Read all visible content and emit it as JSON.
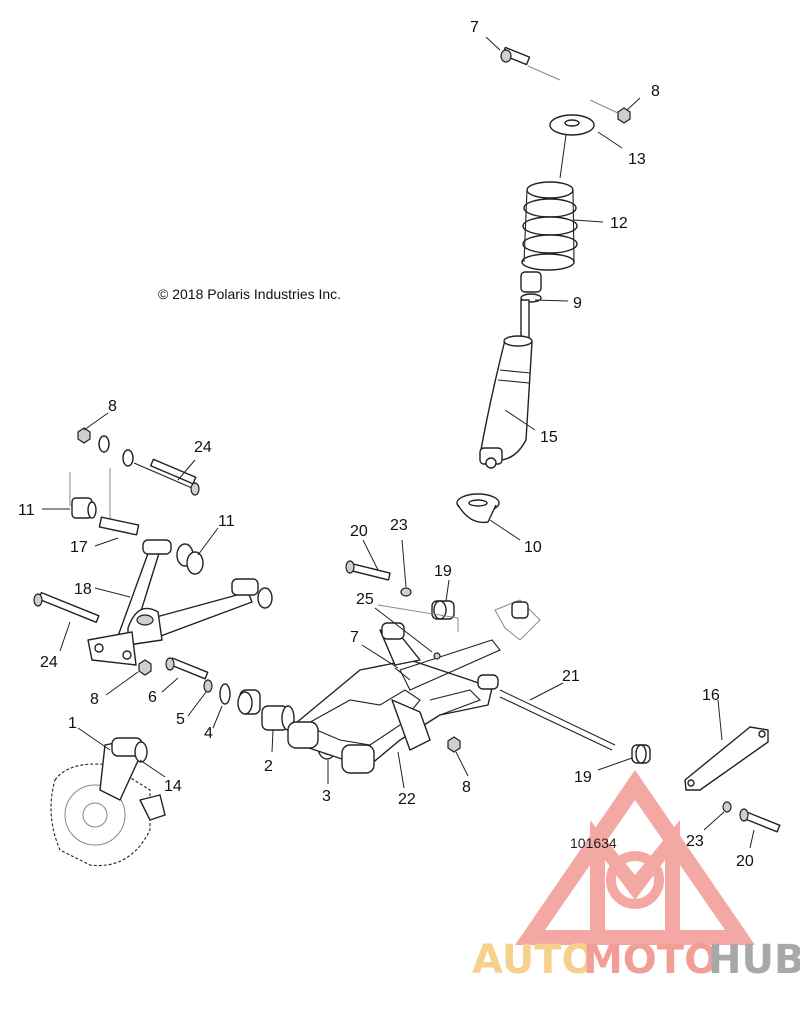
{
  "copyright": "© 2018 Polaris Industries Inc.",
  "figure_number": "101634",
  "watermark": {
    "auto": "AUTO",
    "moto": "MOTO",
    "hub": "HUB",
    "colors": {
      "auto": "#f5c97a",
      "moto": "#f08c84",
      "hub": "#9a9a9a",
      "triangle": "#f39a94"
    }
  },
  "callouts": [
    {
      "id": "c7a",
      "text": "7"
    },
    {
      "id": "c8a",
      "text": "8"
    },
    {
      "id": "c13",
      "text": "13"
    },
    {
      "id": "c12",
      "text": "12"
    },
    {
      "id": "c9",
      "text": "9"
    },
    {
      "id": "c15",
      "text": "15"
    },
    {
      "id": "c10",
      "text": "10"
    },
    {
      "id": "c8b",
      "text": "8"
    },
    {
      "id": "c24a",
      "text": "24"
    },
    {
      "id": "c11a",
      "text": "11"
    },
    {
      "id": "c11b",
      "text": "11"
    },
    {
      "id": "c17",
      "text": "17"
    },
    {
      "id": "c18",
      "text": "18"
    },
    {
      "id": "c24b",
      "text": "24"
    },
    {
      "id": "c8c",
      "text": "8"
    },
    {
      "id": "c6",
      "text": "6"
    },
    {
      "id": "c5",
      "text": "5"
    },
    {
      "id": "c4",
      "text": "4"
    },
    {
      "id": "c1",
      "text": "1"
    },
    {
      "id": "c14",
      "text": "14"
    },
    {
      "id": "c2",
      "text": "2"
    },
    {
      "id": "c3",
      "text": "3"
    },
    {
      "id": "c20a",
      "text": "20"
    },
    {
      "id": "c23a",
      "text": "23"
    },
    {
      "id": "c19a",
      "text": "19"
    },
    {
      "id": "c25",
      "text": "25"
    },
    {
      "id": "c7b",
      "text": "7"
    },
    {
      "id": "c22",
      "text": "22"
    },
    {
      "id": "c8d",
      "text": "8"
    },
    {
      "id": "c21",
      "text": "21"
    },
    {
      "id": "c16",
      "text": "16"
    },
    {
      "id": "c19b",
      "text": "19"
    },
    {
      "id": "c23b",
      "text": "23"
    },
    {
      "id": "c20b",
      "text": "20"
    }
  ]
}
